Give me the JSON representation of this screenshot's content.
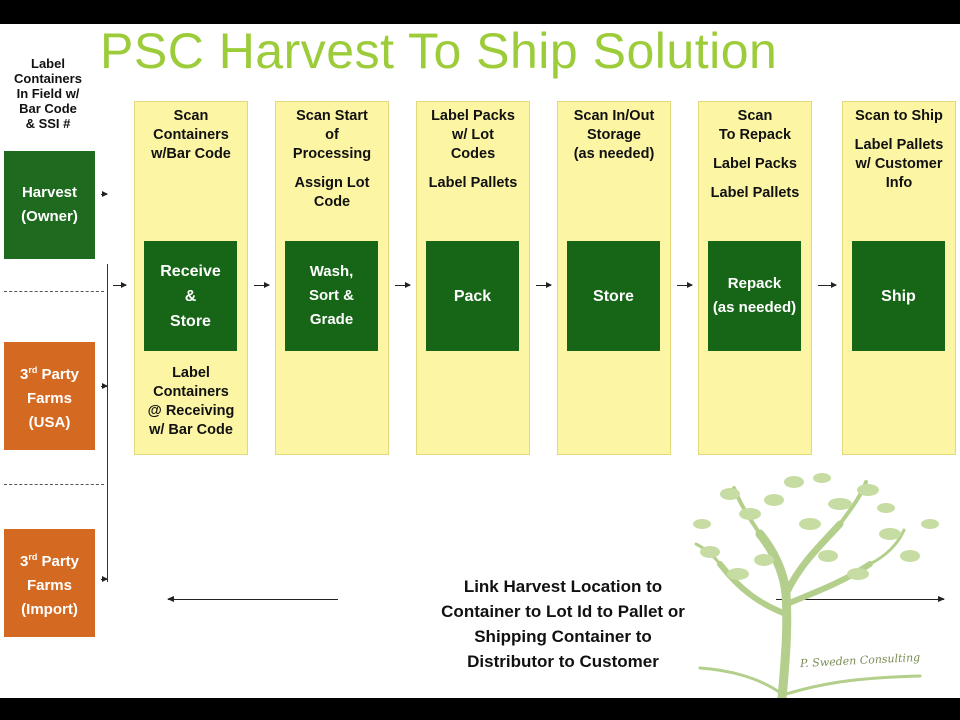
{
  "title": "PSC Harvest To Ship Solution",
  "field_label": [
    "Label",
    "Containers",
    "In Field w/",
    "Bar Code",
    "& SSI #"
  ],
  "sources": [
    {
      "lines": [
        "Harvest",
        "(Owner)"
      ],
      "color": "#1e6a1e"
    },
    {
      "ordinal": "3",
      "sup": "rd",
      "lines": [
        "Party",
        "Farms",
        "(USA)"
      ],
      "color": "#d46a22"
    },
    {
      "ordinal": "3",
      "sup": "rd",
      "lines": [
        "Party",
        "Farms",
        "(Import)"
      ],
      "color": "#d46a22"
    }
  ],
  "stages": [
    {
      "top": [
        "Scan",
        "Containers",
        "w/Bar Code"
      ],
      "box": [
        "Receive",
        "&",
        "Store"
      ],
      "bottom": [
        "Label",
        "Containers",
        "@ Receiving",
        "w/ Bar Code"
      ]
    },
    {
      "top": [
        "Scan Start",
        "of",
        "Processing",
        "",
        "Assign Lot",
        "Code"
      ],
      "box": [
        "Wash,",
        "Sort &",
        "Grade"
      ],
      "bottom": []
    },
    {
      "top": [
        "Label Packs",
        "w/ Lot",
        "Codes",
        "",
        "Label Pallets"
      ],
      "box": [
        "Pack"
      ],
      "bottom": []
    },
    {
      "top": [
        "Scan In/Out",
        "Storage",
        "(as needed)"
      ],
      "box": [
        "Store"
      ],
      "bottom": []
    },
    {
      "top": [
        "Scan",
        "To Repack",
        "",
        "Label Packs",
        "",
        "Label Pallets"
      ],
      "box": [
        "Repack",
        "(as needed)"
      ],
      "bottom": []
    },
    {
      "top": [
        "Scan to Ship",
        "",
        "Label Pallets",
        "w/ Customer",
        "Info"
      ],
      "box": [
        "Ship"
      ],
      "bottom": []
    }
  ],
  "link_text": [
    "Link Harvest Location to",
    "Container to Lot Id to Pallet or",
    "Shipping Container to",
    "Distributor to Customer"
  ],
  "signature": "P. Sweden Consulting",
  "colors": {
    "title": "#9ccc3a",
    "stage_bg": "#fbf5a4",
    "stage_box": "#176617",
    "harvest": "#1e6a1e",
    "third_party": "#d46a22"
  }
}
